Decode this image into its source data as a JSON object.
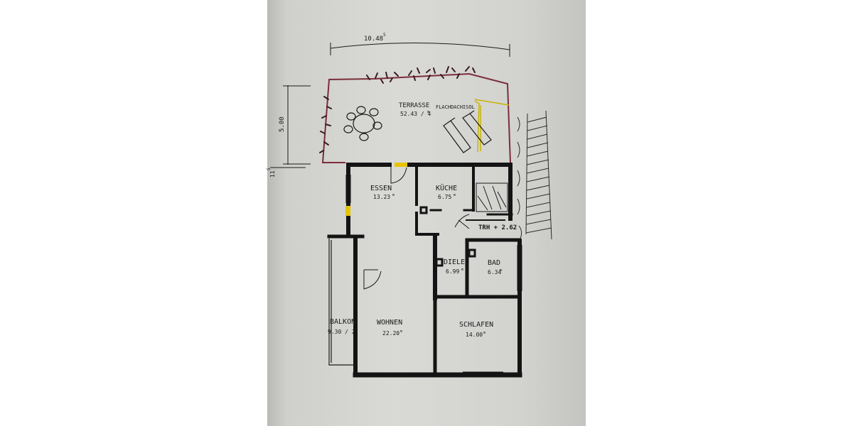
{
  "dimensions": {
    "width_top": "10.48",
    "width_top_sup": "5",
    "height_left": "5.00",
    "small_left": "11",
    "small_left_sup": "5"
  },
  "rooms": {
    "terrasse": {
      "name": "TERRASSE",
      "area": "52.43 / 4",
      "area_sup": "m",
      "note": "FLACHDACHISOL"
    },
    "essen": {
      "name": "ESSEN",
      "area": "13.23",
      "area_sup": "m"
    },
    "kueche": {
      "name": "KÜCHE",
      "area": "6.75",
      "area_sup": "m"
    },
    "trh": {
      "name": "TRH + 2.62"
    },
    "diele": {
      "name": "DIELE",
      "area": "6.99",
      "area_sup": "m"
    },
    "bad": {
      "name": "BAD",
      "area": "6.34",
      "area_sup": "m"
    },
    "balkon": {
      "name": "BALKON",
      "area": "9.30 / 2",
      "area_sup": "m"
    },
    "wohnen": {
      "name": "WOHNEN",
      "area": "22.20",
      "area_sup": "m"
    },
    "schlafen": {
      "name": "SCHLAFEN",
      "area": "14.00",
      "area_sup": "m"
    }
  },
  "colors": {
    "paper": "#d6d6d3",
    "wall": "#141414",
    "terrace_outline": "#7a2e3a",
    "annotation_yellow": "#c9b400",
    "window_yellow": "#e6c400"
  }
}
